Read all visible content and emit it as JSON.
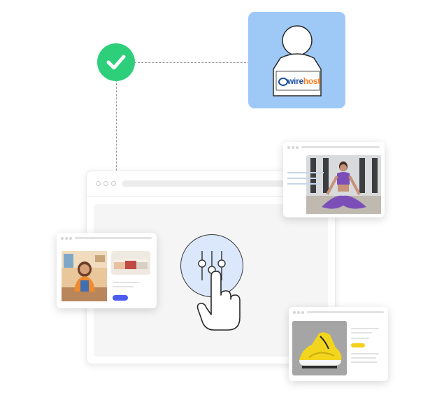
{
  "brand": {
    "logo_text": "wirehost",
    "logo_part1": "wire",
    "logo_part2": "host"
  },
  "colors": {
    "check_green": "#2ecf7a",
    "avatar_bg": "#9ec9f6",
    "control_circle": "#dbe8fb",
    "buy_button_blue": "#4c5cf0",
    "price_tag_yellow": "#f4d11c"
  },
  "icons": {
    "check": "check-icon",
    "user": "user-icon",
    "sliders": "sliders-icon",
    "hand": "pointer-hand-icon"
  },
  "images": {
    "woman": "woman-in-kitchen-photo",
    "soap": "soap-bars-photo",
    "yoga": "yoga-pose-photo",
    "shoe": "yellow-sneaker-photo"
  }
}
